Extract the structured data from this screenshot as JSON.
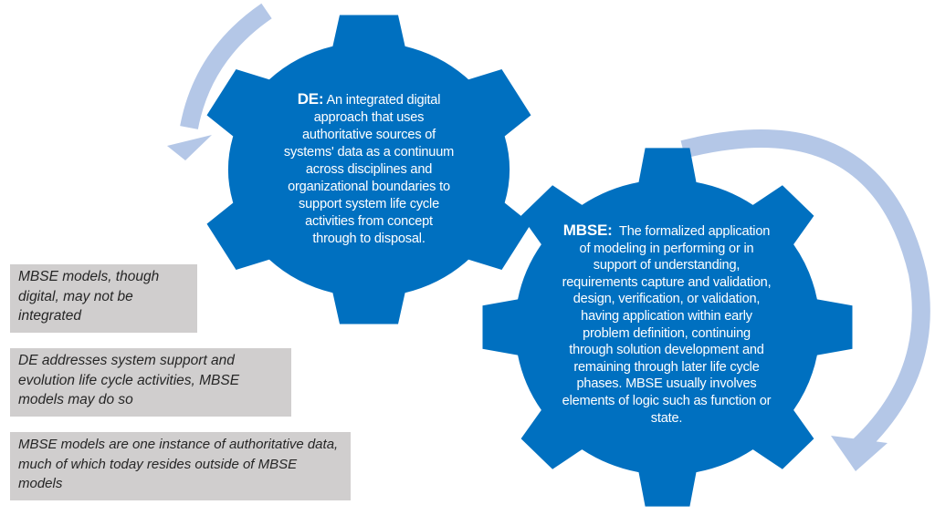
{
  "colors": {
    "gear": "#0070C0",
    "arrow": "#B4C7E7",
    "note_bg": "#D0CECE"
  },
  "de_gear": {
    "term": "DE:",
    "lines": [
      " An integrated digital",
      "approach that uses",
      "authoritative sources of",
      "systems' data as a continuum",
      "across disciplines and",
      "organizational boundaries to",
      "support system life cycle",
      "activities from concept",
      "through to disposal."
    ]
  },
  "mbse_gear": {
    "term": "MBSE:",
    "lines": [
      "  The formalized application",
      "of modeling in performing or in",
      "support of understanding,",
      "requirements capture and validation,",
      "design, verification, or validation,",
      "having application within early",
      "problem definition, continuing",
      "through solution development and",
      "remaining through later life cycle",
      "phases. MBSE usually involves",
      "elements of logic such as function or",
      "state."
    ]
  },
  "notes": [
    {
      "lines": [
        "MBSE models, though",
        "digital, may not be",
        "integrated"
      ]
    },
    {
      "lines": [
        "DE addresses system support and",
        "evolution life cycle activities, MBSE",
        "models may do so"
      ]
    },
    {
      "lines": [
        "MBSE models are one instance of authoritative data,",
        "much of which today resides outside of MBSE",
        "models"
      ]
    }
  ]
}
